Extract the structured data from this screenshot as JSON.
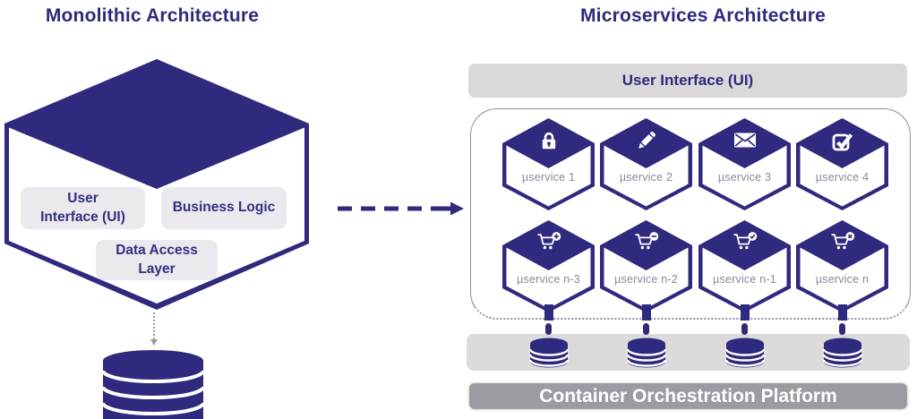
{
  "titles": {
    "left": "Monolithic Architecture",
    "right": "Microservices Architecture"
  },
  "monolith": {
    "components": [
      {
        "line1": "User",
        "line2": "Interface (UI)"
      },
      {
        "line1": "Business Logic",
        "line2": ""
      },
      {
        "line1": "Data Access",
        "line2": "Layer"
      }
    ],
    "database_icon": "database-cylinder"
  },
  "microservices": {
    "ui_label": "User Interface (UI)",
    "services": [
      {
        "label": "µservice 1",
        "icon": "lock"
      },
      {
        "label": "µservice 2",
        "icon": "pencil"
      },
      {
        "label": "µservice 3",
        "icon": "envelope"
      },
      {
        "label": "µservice 4",
        "icon": "check-square"
      },
      {
        "label": "µservice n-3",
        "icon": "cart-plus"
      },
      {
        "label": "µservice n-2",
        "icon": "cart-minus"
      },
      {
        "label": "µservice n-1",
        "icon": "cart-check"
      },
      {
        "label": "µservice n",
        "icon": "cart-x"
      }
    ],
    "platform_label": "Container Orchestration Platform",
    "database_count": 4
  },
  "colors": {
    "primary": "#2f2a7e",
    "service_label_gray": "#8a8897",
    "component_box_gray": "#e9e9ee",
    "ui_bar_gray": "#d9d9d9",
    "platform_bar_gray": "#9b9ba2"
  }
}
